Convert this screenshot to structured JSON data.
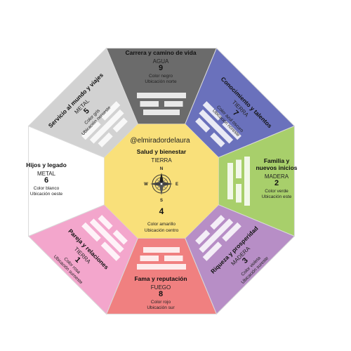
{
  "handle": "@elmiradordelaura",
  "center": {
    "title": "Salud y bienestar",
    "element": "TIERRA",
    "number": "4",
    "color_text": "Color amarillo",
    "location_text": "Ubicación centro",
    "compass_letters": {
      "n": "N",
      "s": "S",
      "e": "E",
      "w": "W"
    },
    "fill": "#f9e07a"
  },
  "sections": [
    {
      "id": "north",
      "title_lines": [
        "Carrera y camino de vida"
      ],
      "element": "AGUA",
      "number": "9",
      "color_text": "Color negro",
      "location_text": "Ubicación norte",
      "fill": "#6b6b6b"
    },
    {
      "id": "northeast",
      "title_lines": [
        "Conocimiento y talentos"
      ],
      "element": "TIERRA",
      "number": "7",
      "color_text": "Color azul oscuro",
      "location_text": "Ubicación noreste",
      "fill": "#6a71bc"
    },
    {
      "id": "east",
      "title_lines": [
        "Familia y",
        "nuevos inicios"
      ],
      "element": "MADERA",
      "number": "2",
      "color_text": "Color verde",
      "location_text": "Ubicación este",
      "fill": "#a8cf6b"
    },
    {
      "id": "southeast",
      "title_lines": [
        "Riqueza y prosperidad"
      ],
      "element": "MADERA",
      "number": "3",
      "color_text": "Color violeta",
      "location_text": "Ubicación sureste",
      "fill": "#b78ec6"
    },
    {
      "id": "south",
      "title_lines": [
        "Fama y reputación"
      ],
      "element": "FUEGO",
      "number": "8",
      "color_text": "Color rojo",
      "location_text": "Ubicación sur",
      "fill": "#f08080"
    },
    {
      "id": "southwest",
      "title_lines": [
        "Pareja y relaciones"
      ],
      "element": "TIERRA",
      "number": "1",
      "color_text": "Color rosa",
      "location_text": "Ubicación suroeste",
      "fill": "#f3a6cc"
    },
    {
      "id": "west",
      "title_lines": [
        "Hijos y legado"
      ],
      "element": "METAL",
      "number": "6",
      "color_text": "Color blanco",
      "location_text": "Ubicación oeste",
      "fill": "#ffffff"
    },
    {
      "id": "northwest",
      "title_lines": [
        "Servicio al mundo y viajes"
      ],
      "element": "METAL",
      "number": "5",
      "color_text": "Color gris",
      "location_text": "Ubicación noroeste",
      "fill": "#d2d2d2"
    }
  ],
  "trigram_bar_color": "#ffffff",
  "outline_color": "#d9d9d9"
}
